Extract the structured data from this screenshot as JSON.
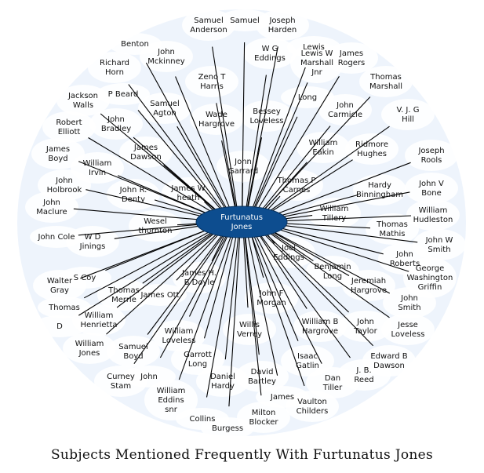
{
  "title": "Subjects Mentioned Frequently With Furtunatus Jones",
  "colors": {
    "hub_fill": "#0d4d8f",
    "halo": "#eef4fc",
    "edge": "#000000",
    "text": "#111111"
  },
  "hub": "Furtunatus Jones",
  "nodes": [
    "Samuel Anderson",
    "Samuel",
    "Joseph Harden",
    "Benton",
    "John Mckinney",
    "Lewis",
    "W G Eddings",
    "Lewis W Marshall Jnr",
    "James Rogers",
    "Richard Horn",
    "Zeno T Harris",
    "Thomas Marshall",
    "P Beard",
    "Jackson Walls",
    "Samuel Agton",
    "Wade Hargrove",
    "Bessey Loveless",
    "Long",
    "John Carmicle",
    "V. J. G Hill",
    "Robert Elliott",
    "John Bradley",
    "William Eakin",
    "Ridmore Hughes",
    "James Boyd",
    "James Dawson",
    "John Garrard",
    "Joseph Rools",
    "William Irvin",
    "John Holbrook",
    "Thomas P Carnes",
    "John V Bone",
    "Hardy Binningham",
    "John R. Denty",
    "James W heath",
    "John Maclure",
    "William Tillery",
    "William Hudleston",
    "Wesel thornton",
    "Thomas Mathis",
    "John Cole",
    "W D Jinings",
    "John W Smith",
    "Joel Eddings",
    "John Roberts",
    "James H. B Doyle",
    "Benjamin Long",
    "George Washington Griffin",
    "Walter Gray",
    "S Coy",
    "Thomas Merrle",
    "James Ott",
    "Jeremiah Hargrove",
    "Thomas",
    "John F Morgan",
    "John Smith",
    "William Henrietta",
    "William Loveless",
    "Willis Verrey",
    "William B Hargrove",
    "John Taylor",
    "Jesse Loveless",
    "D",
    "William Jones",
    "Samuel Boyd",
    "Garrott Long",
    "Isaac Gatlin",
    "Edward B Dawson",
    "Curney Stam",
    "John",
    "Daniel Hardy",
    "David Bartley",
    "Dan Tiller",
    "J. B. Reed",
    "William Eddins snr",
    "James",
    "Vaulton Childers",
    "Collins",
    "Milton Blocker",
    "Burgess"
  ]
}
